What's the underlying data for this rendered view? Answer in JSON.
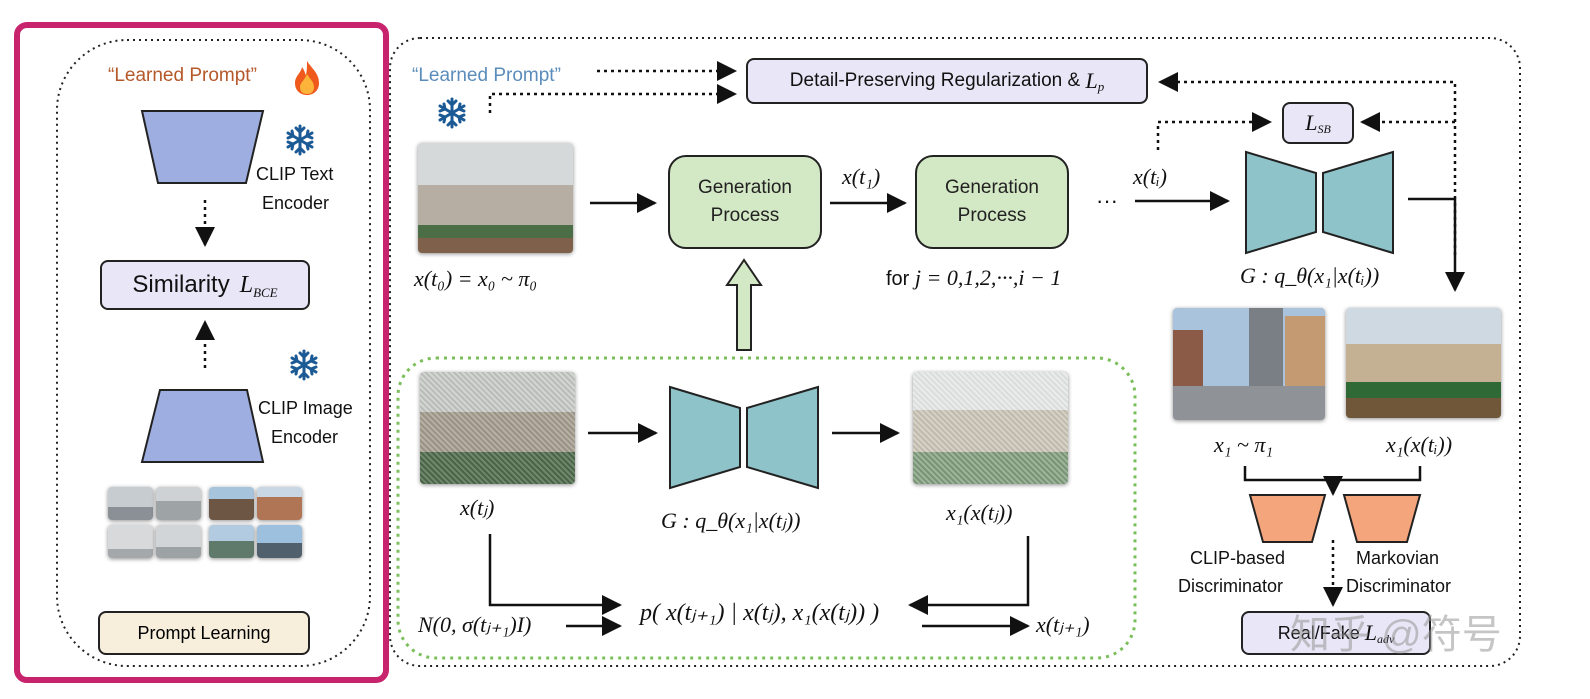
{
  "left_panel": {
    "learned_prompt": "“Learned Prompt”",
    "clip_text_encoder": [
      "CLIP Text",
      "Encoder"
    ],
    "similarity_label": "Similarity",
    "similarity_loss": "L",
    "similarity_loss_sub": "BCE",
    "clip_image_encoder": [
      "CLIP Image",
      "Encoder"
    ],
    "prompt_learning": "Prompt Learning"
  },
  "right_panel": {
    "learned_prompt": "“Learned Prompt”",
    "detail_box": "Detail-Preserving Regularization & ",
    "detail_loss": "L",
    "detail_loss_sub": "p",
    "lsb": "L",
    "lsb_sub": "SB",
    "gen1": [
      "Generation",
      "Process"
    ],
    "gen2": [
      "Generation",
      "Process"
    ],
    "x_t0": "x(t₀) = x₀ ~ π₀",
    "x_t1": "x(t₁)",
    "x_ti": "x(tᵢ)",
    "dots": "···",
    "for_prefix": "for ",
    "for_expr": "j = 0,1,2,···,i − 1",
    "g_top": "G : q_θ(x₁|x(tᵢ))",
    "x1_pi1": "x₁ ~ π₁",
    "x1_xti": "x₁(x(tᵢ))",
    "clip_disc": [
      "CLIP-based",
      "Discriminator"
    ],
    "markov_disc": [
      "Markovian",
      "Discriminator"
    ],
    "real_fake": "Real/Fake ",
    "ladv": "L",
    "ladv_sub": "adv",
    "watermark": "知乎 @符号"
  },
  "sub_process": {
    "x_tj": "x(tⱼ)",
    "g_mid": "G : q_θ(x₁|x(tⱼ))",
    "x1_xtj": "x₁(x(tⱼ))",
    "noise": "N(0, σ(tⱼ₊₁)I)",
    "posterior": "p( x(tⱼ₊₁) | x(tⱼ), x₁(x(tⱼ)) )",
    "x_tj1": "x(tⱼ₊₁)"
  },
  "colors": {
    "left_frame": "#c8246e",
    "gen_fill": "#d3e8c4",
    "encoder_fill": "#9eaee0",
    "generator_fill": "#8ec3c9",
    "disc_fill": "#f4a57c",
    "box_fill": "#e9e7f7",
    "prompt_box_fill": "#f7efdc",
    "learned_orange": "#b5582a",
    "learned_blue": "#5b8dbb",
    "dotted_green": "#7bbf5a",
    "snowflake": "#1b5a94"
  },
  "icons": [
    "fire-icon",
    "snowflake-icon"
  ]
}
